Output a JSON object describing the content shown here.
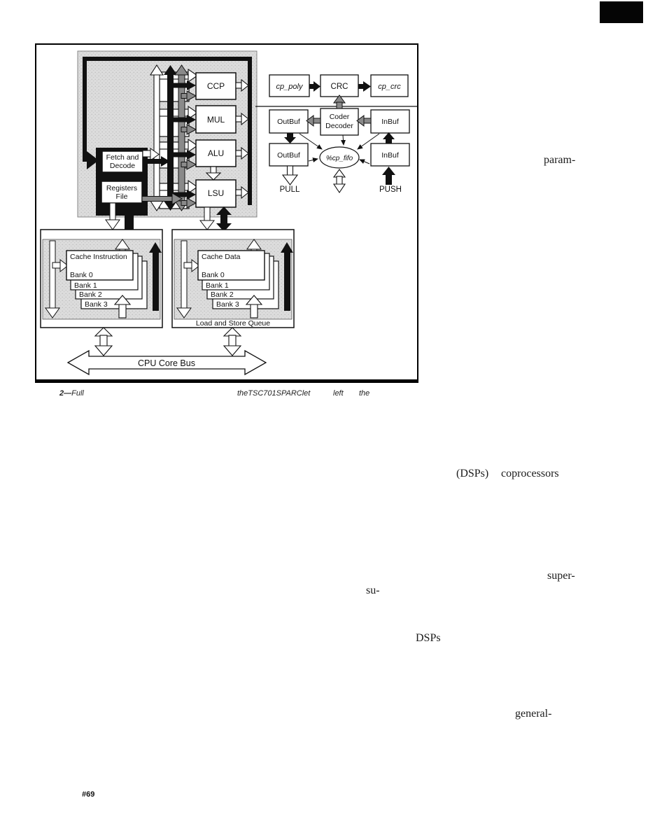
{
  "colors": {
    "ink": "#111111",
    "diagram_gray": "#dcdcdc",
    "arrow_gray": "#8a8a8a"
  },
  "figure": {
    "caption": {
      "prefix": "2—",
      "word1": "Full",
      "word2": "theTSC701SPARClet",
      "word3": "left",
      "word4": "the"
    },
    "cpu_core": {
      "fetch_decode_line1": "Fetch and",
      "fetch_decode_line2": "Decode",
      "registers_line1": "Registers",
      "registers_line2": "File",
      "units": [
        "CCP",
        "MUL",
        "ALU",
        "LSU"
      ]
    },
    "cache_instruction": {
      "title": "Cache Instruction",
      "banks": [
        "Bank 0",
        "Bank 1",
        "Bank 2",
        "Bank 3"
      ]
    },
    "cache_data": {
      "title": "Cache Data",
      "banks": [
        "Bank 0",
        "Bank 1",
        "Bank 2",
        "Bank 3"
      ],
      "queue": "Load and Store Queue"
    },
    "bus": "CPU Core Bus",
    "coprocessor": {
      "cp_poly": "cp_poly",
      "crc": "CRC",
      "cp_crc": "cp_crc",
      "outbuf_top": "OutBuf",
      "coder_line1": "Coder",
      "coder_line2": "Decoder",
      "inbuf_top": "InBuf",
      "outbuf_bottom": "OutBuf",
      "inbuf_bottom": "InBuf",
      "fifo": "%cp_fifo",
      "pull": "PULL",
      "push": "PUSH"
    }
  },
  "text_fragments": {
    "param": "param-",
    "dsps_paren": "(DSPs)",
    "coprocessors": "coprocessors",
    "super_frag": "super-",
    "su_frag": "su-",
    "dsps": "DSPs",
    "general_frag": "general-"
  },
  "footer": {
    "page_number": "#69"
  }
}
